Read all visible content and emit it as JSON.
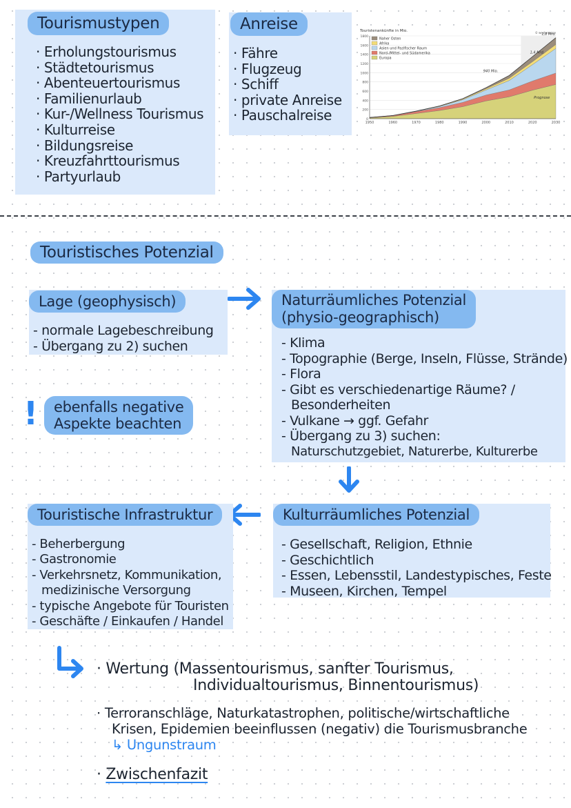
{
  "tourismustypen": {
    "title": "Tourismustypen",
    "items": [
      "Erholungstourismus",
      "Städtetourismus",
      "Abenteuertourismus",
      "Familienurlaub",
      "Kur-/Wellness Tourismus",
      "Kulturreise",
      "Bildungsreise",
      "Kreuzfahrttourismus",
      "Partyurlaub"
    ]
  },
  "anreise": {
    "title": "Anreise",
    "items": [
      "Fähre",
      "Flugzeug",
      "Schiff",
      "private Anreise",
      "Pauschalreise"
    ]
  },
  "chart_data": {
    "type": "area",
    "title": "Touristenankünfte in Mio.",
    "publisher": "© westermann",
    "x": [
      1950,
      1960,
      1970,
      1980,
      1990,
      2000,
      2010,
      2020,
      2030
    ],
    "xlim": [
      1950,
      2030
    ],
    "ylim": [
      0,
      1800
    ],
    "yticks": [
      0,
      200,
      400,
      600,
      800,
      1000,
      1200,
      1400,
      1600,
      1800
    ],
    "series": [
      {
        "name": "Europa",
        "color": "#d6d27a",
        "values": [
          17,
          50,
          113,
          178,
          262,
          386,
          476,
          620,
          744
        ]
      },
      {
        "name": "Nord-/Mittel- und Südamerika",
        "color": "#e07a6c",
        "values": [
          7,
          16,
          42,
          62,
          93,
          128,
          150,
          200,
          248
        ]
      },
      {
        "name": "Asien und Pazifischer Raum",
        "color": "#b9d7ee",
        "values": [
          1,
          1,
          6,
          23,
          56,
          110,
          204,
          355,
          535
        ]
      },
      {
        "name": "Afrika",
        "color": "#f3dd78",
        "values": [
          1,
          1,
          2,
          7,
          15,
          26,
          49,
          65,
          85
        ]
      },
      {
        "name": "Naher Osten",
        "color": "#9b8d7c",
        "values": [
          1,
          1,
          2,
          7,
          10,
          24,
          61,
          110,
          149
        ]
      }
    ],
    "annotations": [
      "940 Mio.",
      "1,4 Mrd.",
      "1,8 Mrd.",
      "Prognose"
    ],
    "grid": true,
    "legend": "top-left"
  },
  "potenzial_title": "Touristisches Potenzial",
  "lage": {
    "title": "Lage (geophysisch)",
    "items": [
      "normale Lagebeschreibung",
      "Übergang zu 2) suchen"
    ]
  },
  "negative_note": {
    "mark": "!",
    "line1": "ebenfalls negative",
    "line2": "Aspekte beachten"
  },
  "natur": {
    "title1": "Naturräumliches Potenzial",
    "title2": "(physio-geographisch)",
    "items": [
      "Klima",
      "Topographie (Berge, Inseln, Flüsse, Strände)",
      "Flora",
      "Gibt es verschiedenartige Räume? /"
    ],
    "cont": "Besonderheiten",
    "items2": [
      "Vulkane → ggf. Gefahr",
      "Übergang zu 3) suchen:"
    ],
    "cont2": "Naturschutzgebiet, Naturerbe, Kulturerbe"
  },
  "kultur": {
    "title": "Kulturräumliches Potenzial",
    "items": [
      "Gesellschaft, Religion, Ethnie",
      "Geschichtlich",
      "Essen, Lebensstil, Landestypisches, Feste",
      "Museen, Kirchen, Tempel"
    ]
  },
  "infra": {
    "title": "Touristische Infrastruktur",
    "items": [
      "Beherbergung",
      "Gastronomie",
      "Verkehrsnetz, Kommunikation,"
    ],
    "cont": "medizinische Versorgung",
    "items2": [
      "typische Angebote für Touristen",
      "Geschäfte / Einkaufen / Handel"
    ]
  },
  "bottom": {
    "wertung1": "Wertung (Massentourismus, sanfter Tourismus,",
    "wertung2": "Individualtourismus, Binnentourismus)",
    "terror1": "Terroranschläge, Naturkatastrophen, politische/wirtschaftliche",
    "terror2": "Krisen, Epidemien beeinflussen (negativ) die Tourismusbranche",
    "ungunst": "↳ Ungunstraum",
    "fazit": "Zwischenfazit"
  },
  "colors": {
    "box": "#dbe9fb",
    "pill": "#84b9f0",
    "arrow": "#2d86f0"
  }
}
